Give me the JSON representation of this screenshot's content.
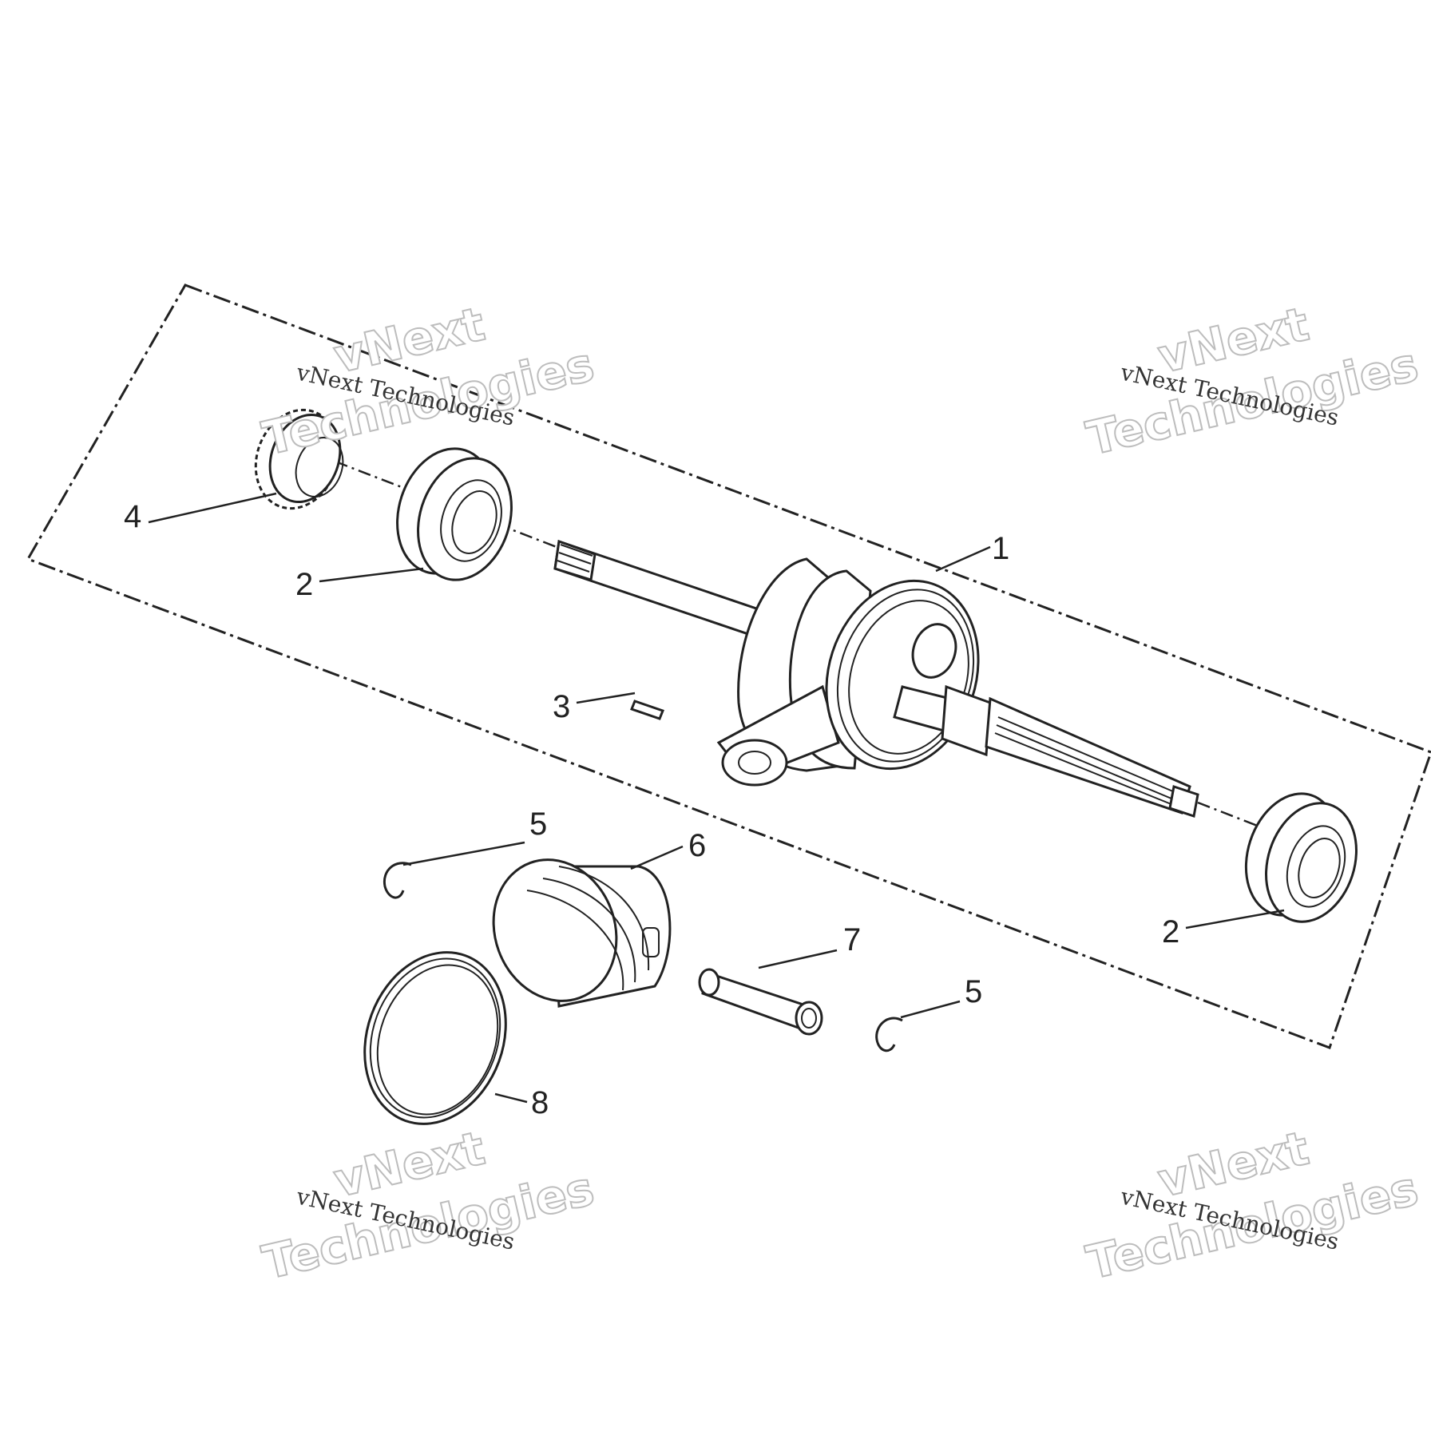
{
  "callouts": {
    "c1": "1",
    "c2a": "2",
    "c2b": "2",
    "c3": "3",
    "c4": "4",
    "c5a": "5",
    "c5b": "5",
    "c6": "6",
    "c7": "7",
    "c8": "8"
  },
  "watermark": {
    "line_small": "vNext Technologies",
    "line_big_1": "vNext",
    "line_big_2": "Technologies"
  }
}
